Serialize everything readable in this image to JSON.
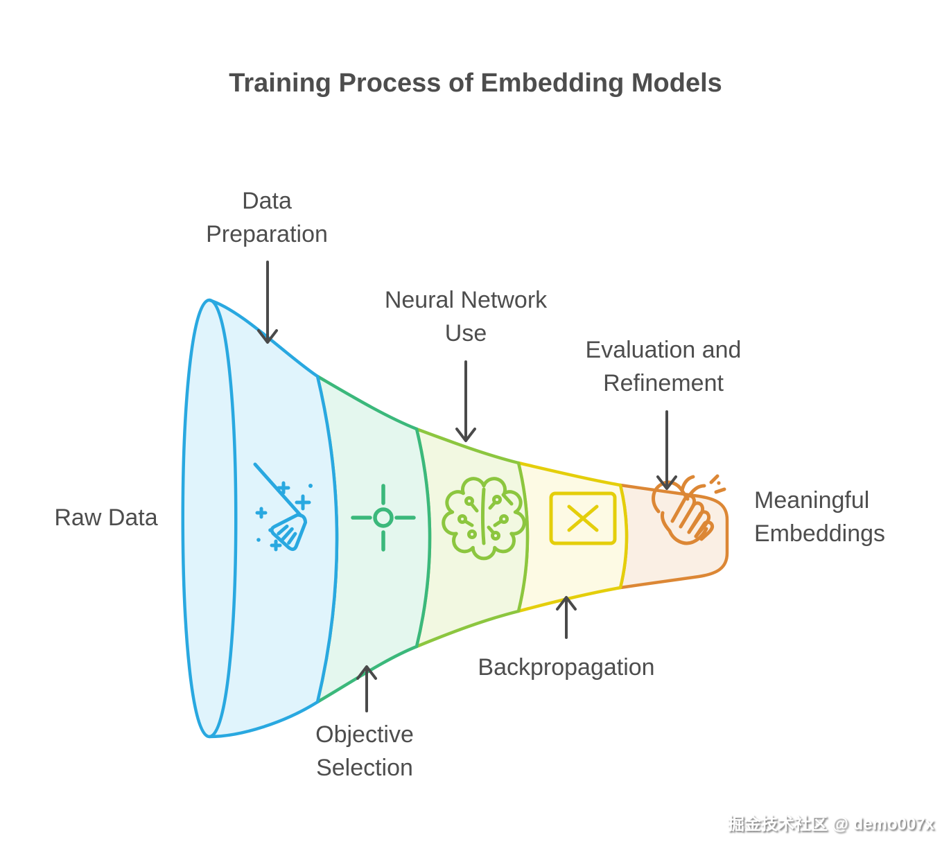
{
  "title": "Training Process of Embedding Models",
  "watermark": "掘金技术社区 @ demo007x",
  "input_label": "Raw Data",
  "output_label": {
    "line1": "Meaningful",
    "line2": "Embeddings"
  },
  "stages": [
    {
      "name": "Data Preparation",
      "line1": "Data",
      "line2": "Preparation",
      "icon": "broom-sparkles-icon",
      "stroke": "#29A8E0",
      "fill": "#E0F4FC",
      "label_position": "top"
    },
    {
      "name": "Objective Selection",
      "line1": "Objective",
      "line2": "Selection",
      "icon": "crosshair-target-icon",
      "stroke": "#3BB87B",
      "fill": "#E4F7EE",
      "label_position": "bottom"
    },
    {
      "name": "Neural Network Use",
      "line1": "Neural Network",
      "line2": "Use",
      "icon": "brain-circuit-icon",
      "stroke": "#8CC63F",
      "fill": "#F2F8E1",
      "label_position": "top"
    },
    {
      "name": "Backpropagation",
      "line1": "Backpropagation",
      "icon": "x-box-icon",
      "stroke": "#E4CE0B",
      "fill": "#FDFAE4",
      "label_position": "bottom"
    },
    {
      "name": "Evaluation and Refinement",
      "line1": "Evaluation and",
      "line2": "Refinement",
      "icon": "clapping-hands-icon",
      "stroke": "#DC8735",
      "fill": "#FAEFE4",
      "label_position": "top"
    }
  ],
  "colors": {
    "text": "#4D4D4D",
    "arrow": "#4A4A4A",
    "background": "#FFFFFF"
  }
}
